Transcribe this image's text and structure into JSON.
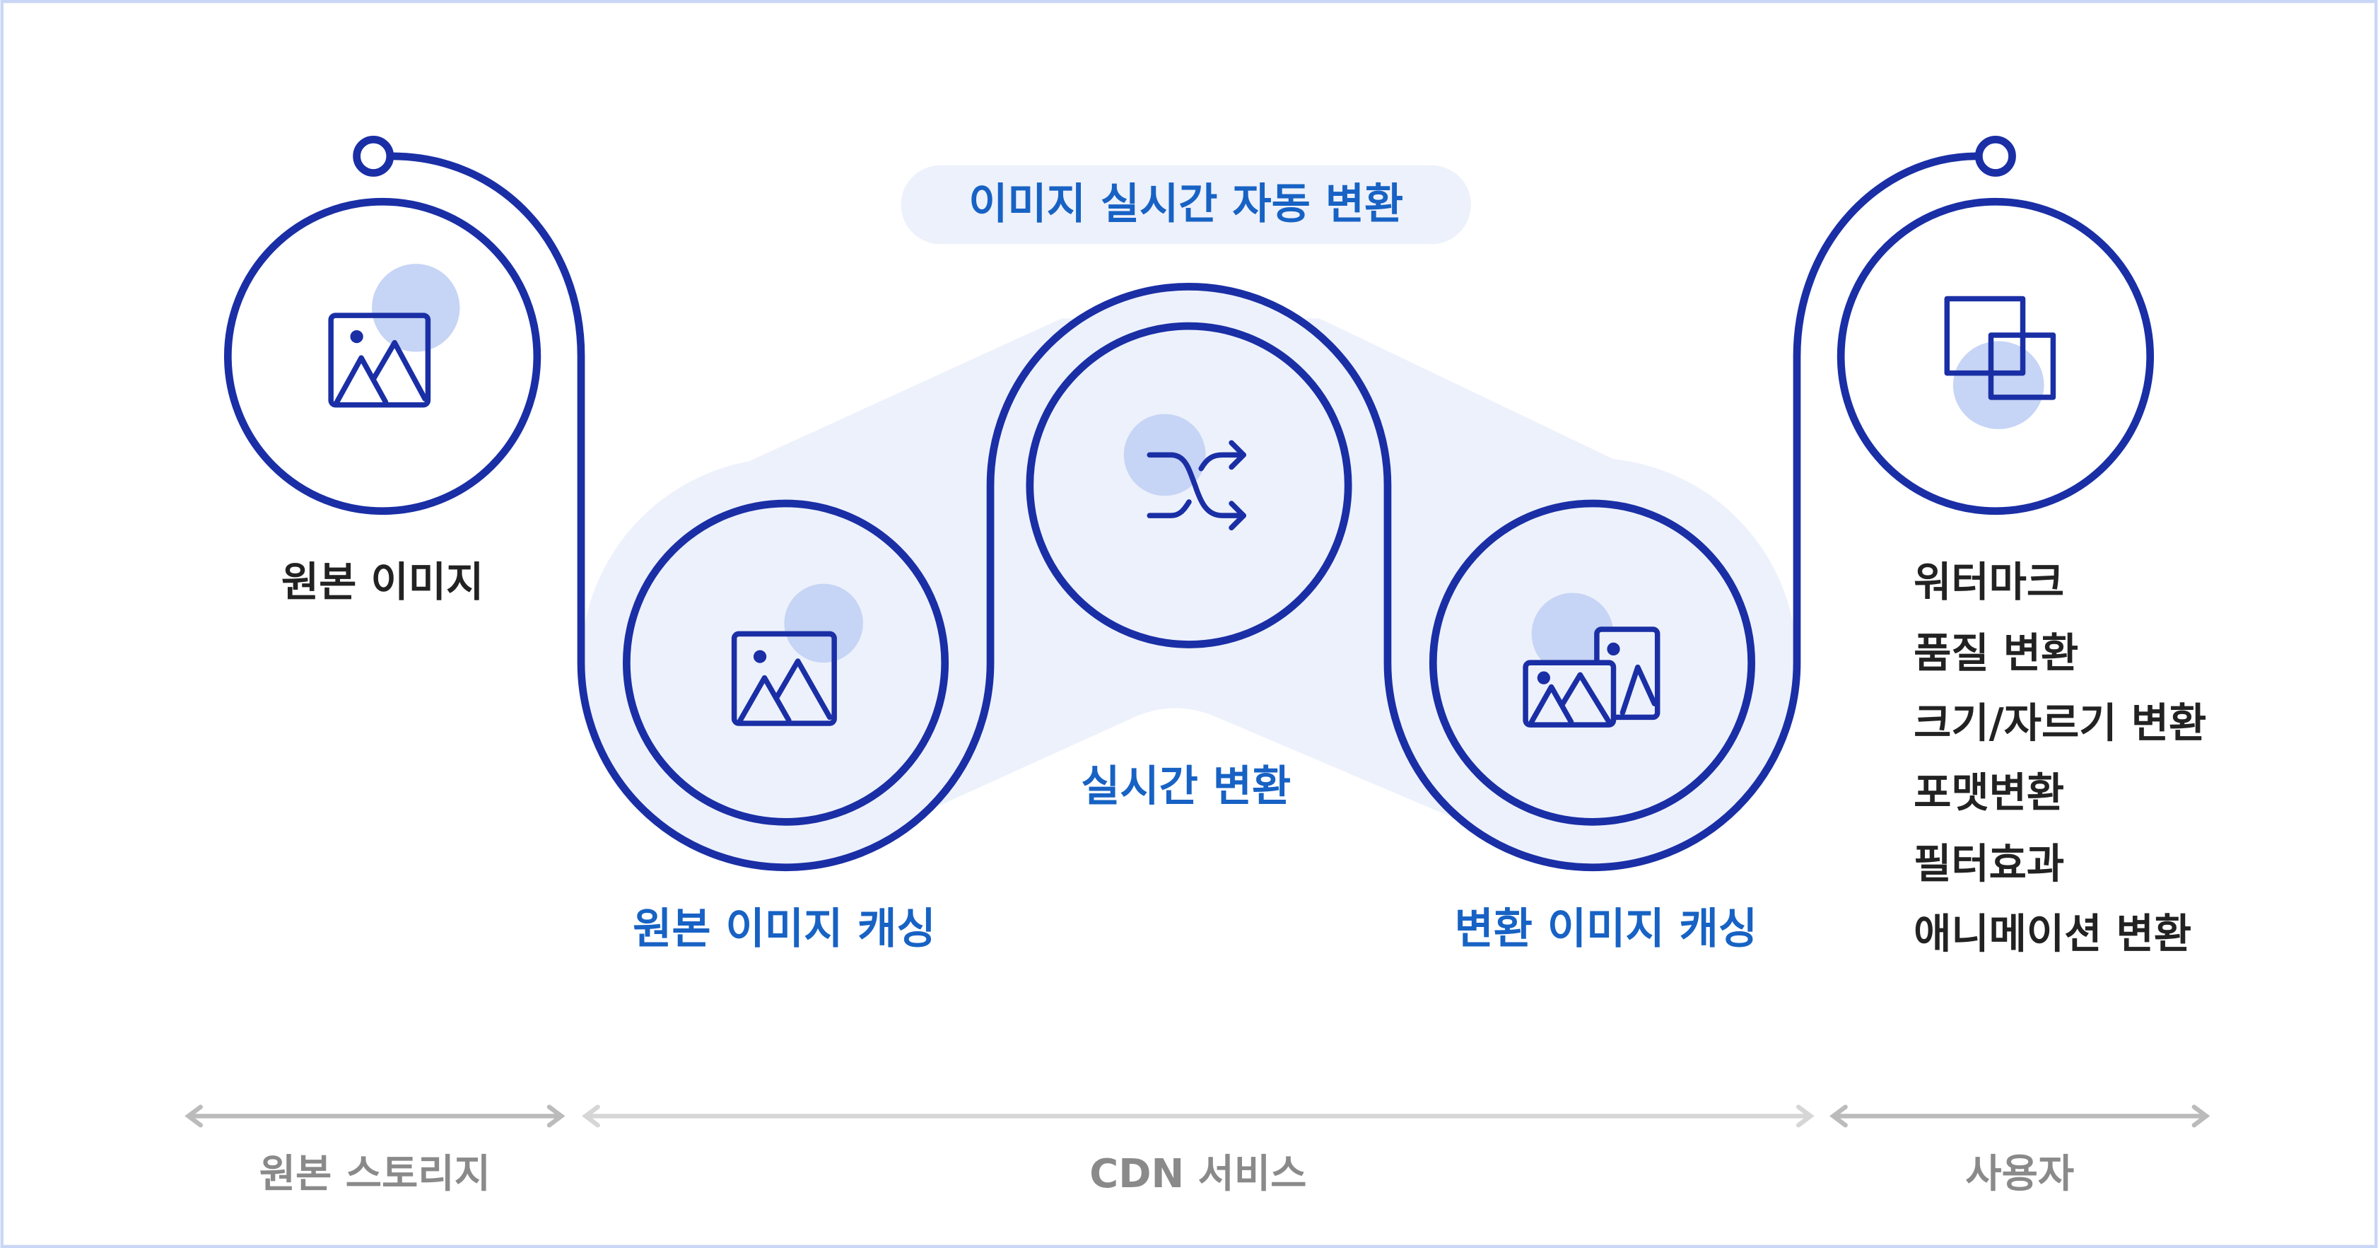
{
  "colors": {
    "line": "#1a2fa5",
    "accent_text": "#1762c4",
    "highlight": "#c6d4f5",
    "panel": "#edf1fb",
    "muted": "#8a8a8a"
  },
  "banner": "이미지 실시간 자동 변환",
  "nodes": {
    "origin": {
      "label": "원본 이미지",
      "icon": "image-icon"
    },
    "origin_cache": {
      "label": "원본 이미지 캐싱",
      "icon": "image-icon"
    },
    "transform": {
      "label": "실시간 변환",
      "icon": "shuffle-icon"
    },
    "result_cache": {
      "label": "변환 이미지 캐싱",
      "icon": "images-icon"
    },
    "user": {
      "icon": "overlap-squares-icon",
      "features": [
        "워터마크",
        "품질 변환",
        "크기/자르기 변환",
        "포맷변환",
        "필터효과",
        "애니메이션 변환"
      ]
    }
  },
  "zones": [
    "원본 스토리지",
    "CDN 서비스",
    "사용자"
  ]
}
